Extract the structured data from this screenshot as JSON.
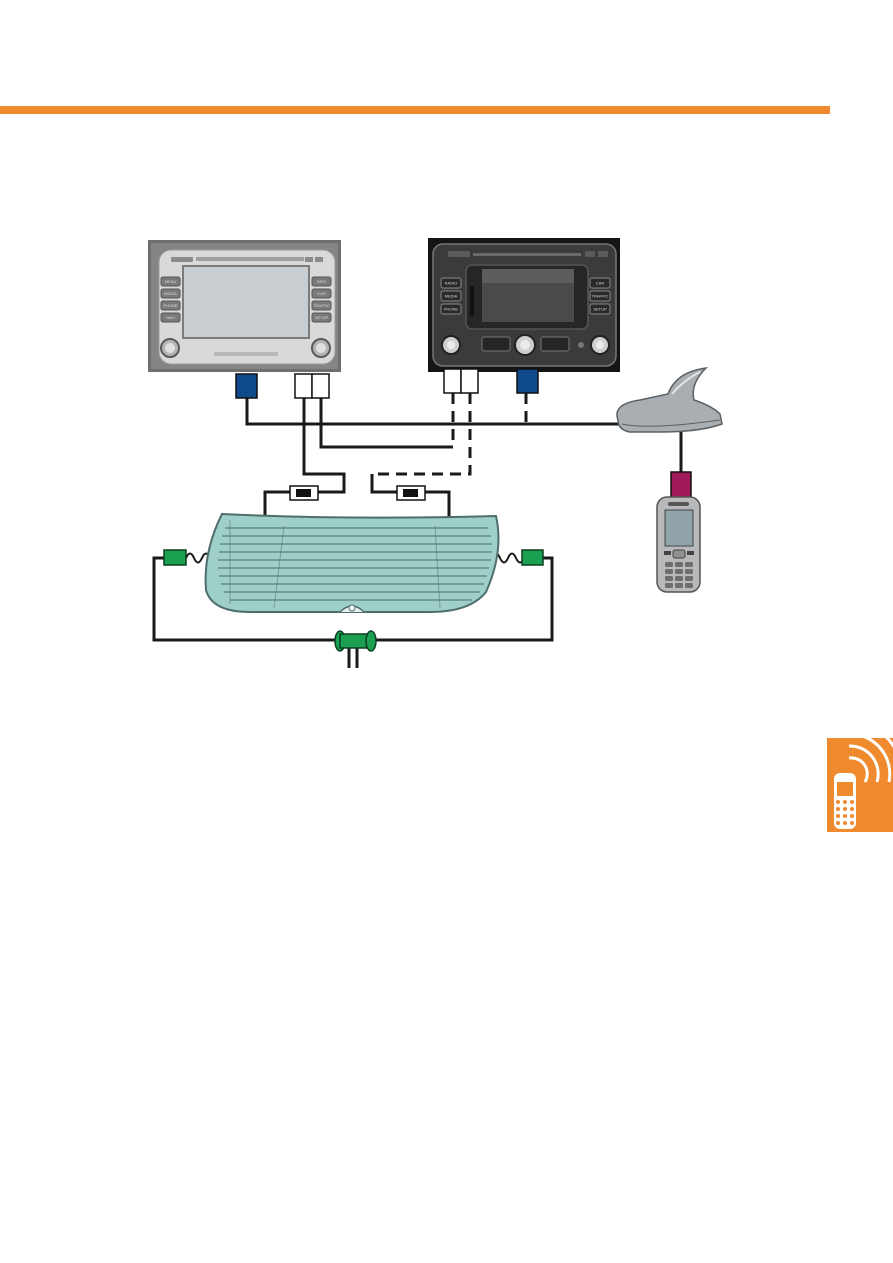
{
  "colors": {
    "accent": "#ef8a2e",
    "wire": "#1a1a1a",
    "connector_blue": "#0f4a8a",
    "connector_white": "#ffffff",
    "connector_green": "#1aa050",
    "connector_magenta": "#a0195a",
    "glass": "#9fcfc9",
    "radio_body_light": "#6f6f6f",
    "radio_body_dark": "#151515"
  },
  "radio_left": {
    "left_buttons": [
      "MENU",
      "MEDIA",
      "PHONE",
      "NAVI"
    ],
    "right_buttons": [
      "INFO",
      "CAR",
      "TRAFFIC",
      "SETUP"
    ]
  },
  "radio_right": {
    "left_buttons": [
      "RADIO",
      "MEDIA",
      "PHONE"
    ],
    "right_buttons": [
      "CAR",
      "TRAFFIC",
      "SETUP"
    ]
  },
  "icons": {
    "antenna": "shark-fin-antenna-icon",
    "phone": "mobile-phone-icon",
    "window": "rear-window-antenna-icon",
    "tab": "phone-signal-icon"
  }
}
